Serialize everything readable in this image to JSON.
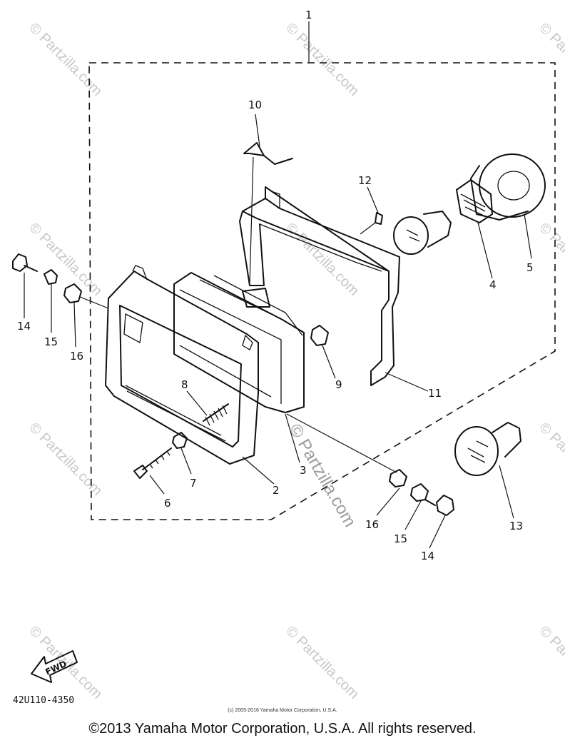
{
  "callouts": {
    "c1": "1",
    "c2": "2",
    "c3": "3",
    "c4": "4",
    "c5": "5",
    "c6": "6",
    "c7": "7",
    "c8": "8",
    "c9": "9",
    "c10": "10",
    "c11": "11",
    "c12": "12",
    "c13": "13",
    "c14_left": "14",
    "c15_left": "15",
    "c16_left": "16",
    "c14_right": "14",
    "c15_right": "15",
    "c16_right": "16"
  },
  "fwd_label": "FWD",
  "diagram_code": "42U110-4350",
  "watermark_text": "© Partzilla.com",
  "small_copyright": "(c) 2005-2016 Yamaha Motor Corporation, U.S.A.",
  "copyright": "©2013 Yamaha Motor Corporation, U.S.A. All rights reserved."
}
